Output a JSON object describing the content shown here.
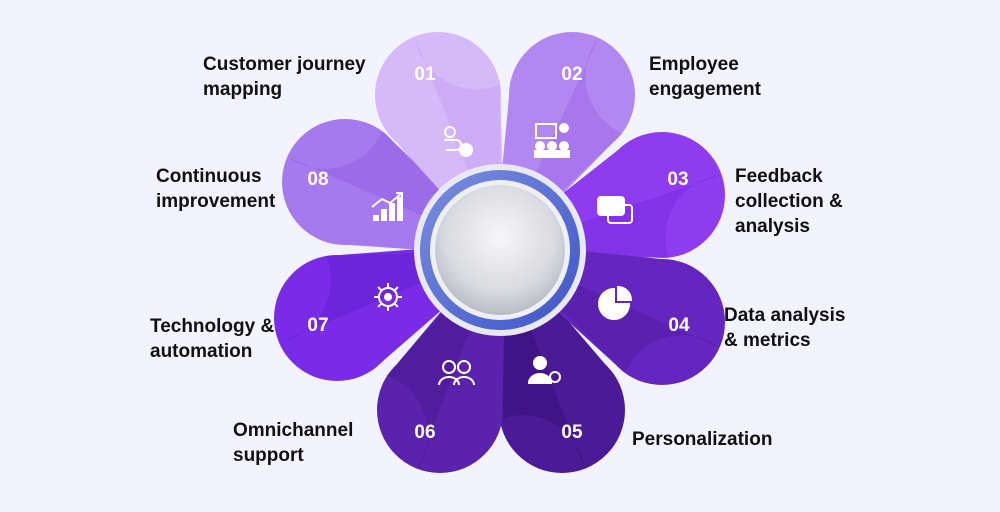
{
  "steps": [
    {
      "number": "01",
      "label": "Customer journey\nmapping",
      "icon": "journey-map-icon",
      "color": "#d6b9f8",
      "shade": "#c7a4f2"
    },
    {
      "number": "02",
      "label": "Employee\nengagement",
      "icon": "presentation-icon",
      "color": "#b387f0",
      "shade": "#9d6ae8"
    },
    {
      "number": "03",
      "label": "Feedback\ncollection &\nanalysis",
      "icon": "chat-bubbles-icon",
      "color": "#8f3cf0",
      "shade": "#7a2be0"
    },
    {
      "number": "04",
      "label": "Data analysis\n& metrics",
      "icon": "pie-chart-icon",
      "color": "#6526bf",
      "shade": "#521ca3"
    },
    {
      "number": "05",
      "label": "Personalization",
      "icon": "user-settings-icon",
      "color": "#4b1a96",
      "shade": "#38117a"
    },
    {
      "number": "06",
      "label": "Omnichannel\nsupport",
      "icon": "support-agents-icon",
      "color": "#5a22ad",
      "shade": "#471a90"
    },
    {
      "number": "07",
      "label": "Technology &\nautomation",
      "icon": "gear-automation-icon",
      "color": "#7a2be8",
      "shade": "#6320cc"
    },
    {
      "number": "08",
      "label": "Continuous\nimprovement",
      "icon": "growth-chart-icon",
      "color": "#a67aee",
      "shade": "#925fe6"
    }
  ]
}
